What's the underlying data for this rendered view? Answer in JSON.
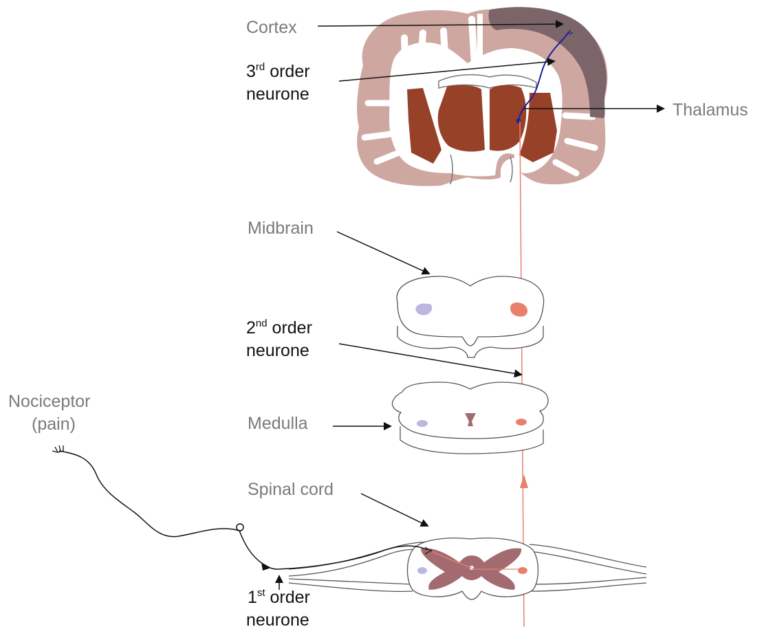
{
  "labels": {
    "cortex": "Cortex",
    "third_order": {
      "line1_num": "3",
      "line1_sup": "rd",
      "line1_rest": " order",
      "line2": "neurone"
    },
    "thalamus": "Thalamus",
    "midbrain": "Midbrain",
    "second_order": {
      "line1_num": "2",
      "line1_sup": "nd",
      "line1_rest": " order",
      "line2": "neurone"
    },
    "nociceptor": {
      "line1": "Nociceptor",
      "line2": "(pain)"
    },
    "medulla": "Medulla",
    "spinal_cord": "Spinal cord",
    "first_order": {
      "line1_num": "1",
      "line1_sup": "st",
      "line1_rest": " order",
      "line2": "neurone"
    }
  },
  "colors": {
    "cortex_shell": "#cfa7a1",
    "cortex_highlight": "#7b6568",
    "thalamus_fill": "#974129",
    "tract_red": "#e8806c",
    "contralateral_blue": "#bcb6e0",
    "third_order_axon": "#1f1f9a",
    "grey_matter": "#a36b70",
    "outline": "#555555",
    "label_grey": "#7a7a7a",
    "label_dark": "#111111"
  }
}
